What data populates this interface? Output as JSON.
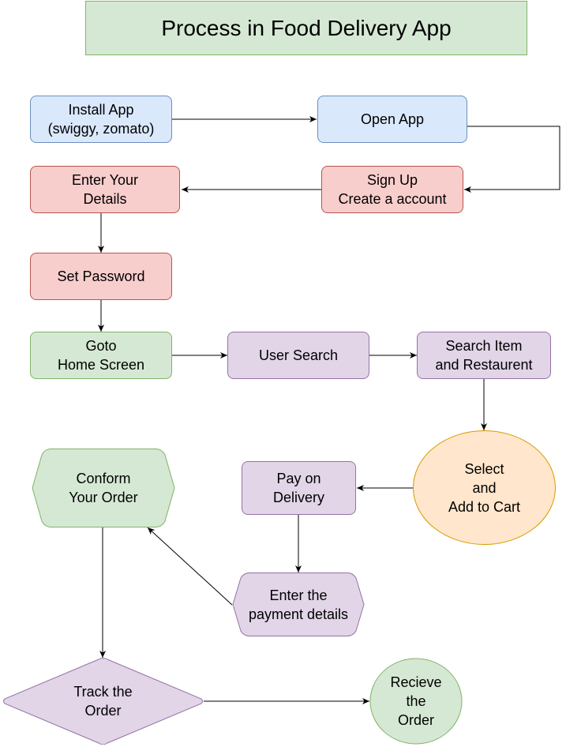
{
  "title": "Process in Food Delivery App",
  "nodes": {
    "install_app": "Install App\n(swiggy, zomato)",
    "open_app": "Open App",
    "sign_up": "Sign Up\nCreate a account",
    "enter_details": "Enter Your\nDetails",
    "set_password": "Set Password",
    "goto_home": "Goto\nHome Screen",
    "user_search": "User Search",
    "search_item": "Search Item\nand  Restaurent",
    "select_add": "Select\nand\nAdd to Cart",
    "pay_on_delivery": "Pay on\nDelivery",
    "enter_payment": "Enter the\npayment details",
    "conform_order": "Conform\nYour Order",
    "track_order": "Track the\nOrder",
    "recieve_order": "Recieve\nthe\nOrder"
  },
  "colors": {
    "blue_fill": "#dae8fc",
    "blue_stroke": "#6c8ebf",
    "red_fill": "#f8cecc",
    "red_stroke": "#b85450",
    "green_fill": "#d5e8d4",
    "green_stroke": "#82b366",
    "purple_fill": "#e1d5e7",
    "purple_stroke": "#9673a6",
    "orange_fill": "#ffe6cc",
    "orange_stroke": "#d79b00"
  }
}
